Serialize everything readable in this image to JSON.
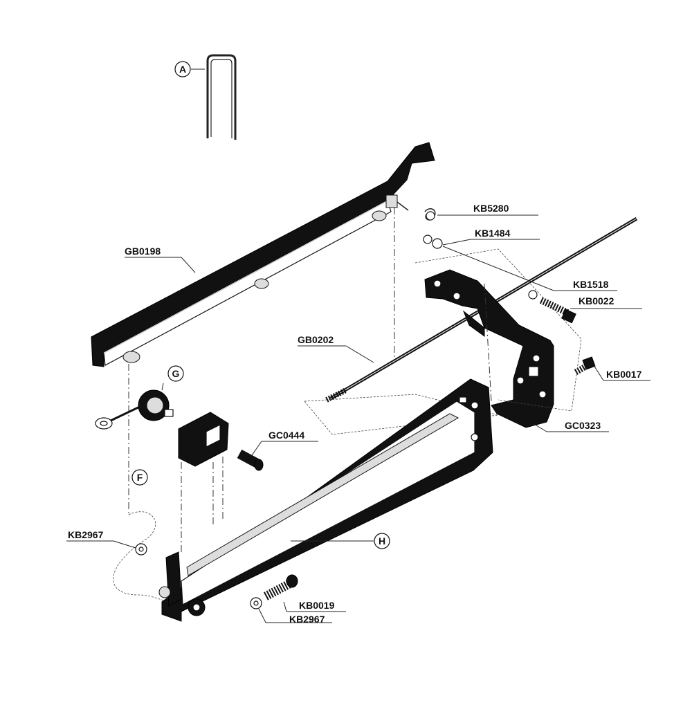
{
  "parts": [
    {
      "id": "GB0198",
      "label": "GB0198"
    },
    {
      "id": "KB5280",
      "label": "KB5280"
    },
    {
      "id": "KB1484",
      "label": "KB1484"
    },
    {
      "id": "KB1518",
      "label": "KB1518"
    },
    {
      "id": "KB0022",
      "label": "KB0022"
    },
    {
      "id": "GB0202",
      "label": "GB0202"
    },
    {
      "id": "KB0017",
      "label": "KB0017"
    },
    {
      "id": "GC0323",
      "label": "GC0323"
    },
    {
      "id": "GC0444",
      "label": "GC0444"
    },
    {
      "id": "KB2967a",
      "label": "KB2967"
    },
    {
      "id": "KB0019",
      "label": "KB0019"
    },
    {
      "id": "KB2967b",
      "label": "KB2967"
    }
  ],
  "callouts": [
    {
      "id": "A",
      "label": "A"
    },
    {
      "id": "G",
      "label": "G"
    },
    {
      "id": "F",
      "label": "F"
    },
    {
      "id": "H",
      "label": "H"
    }
  ],
  "colors": {
    "ink": "#111111",
    "paper": "#ffffff"
  }
}
